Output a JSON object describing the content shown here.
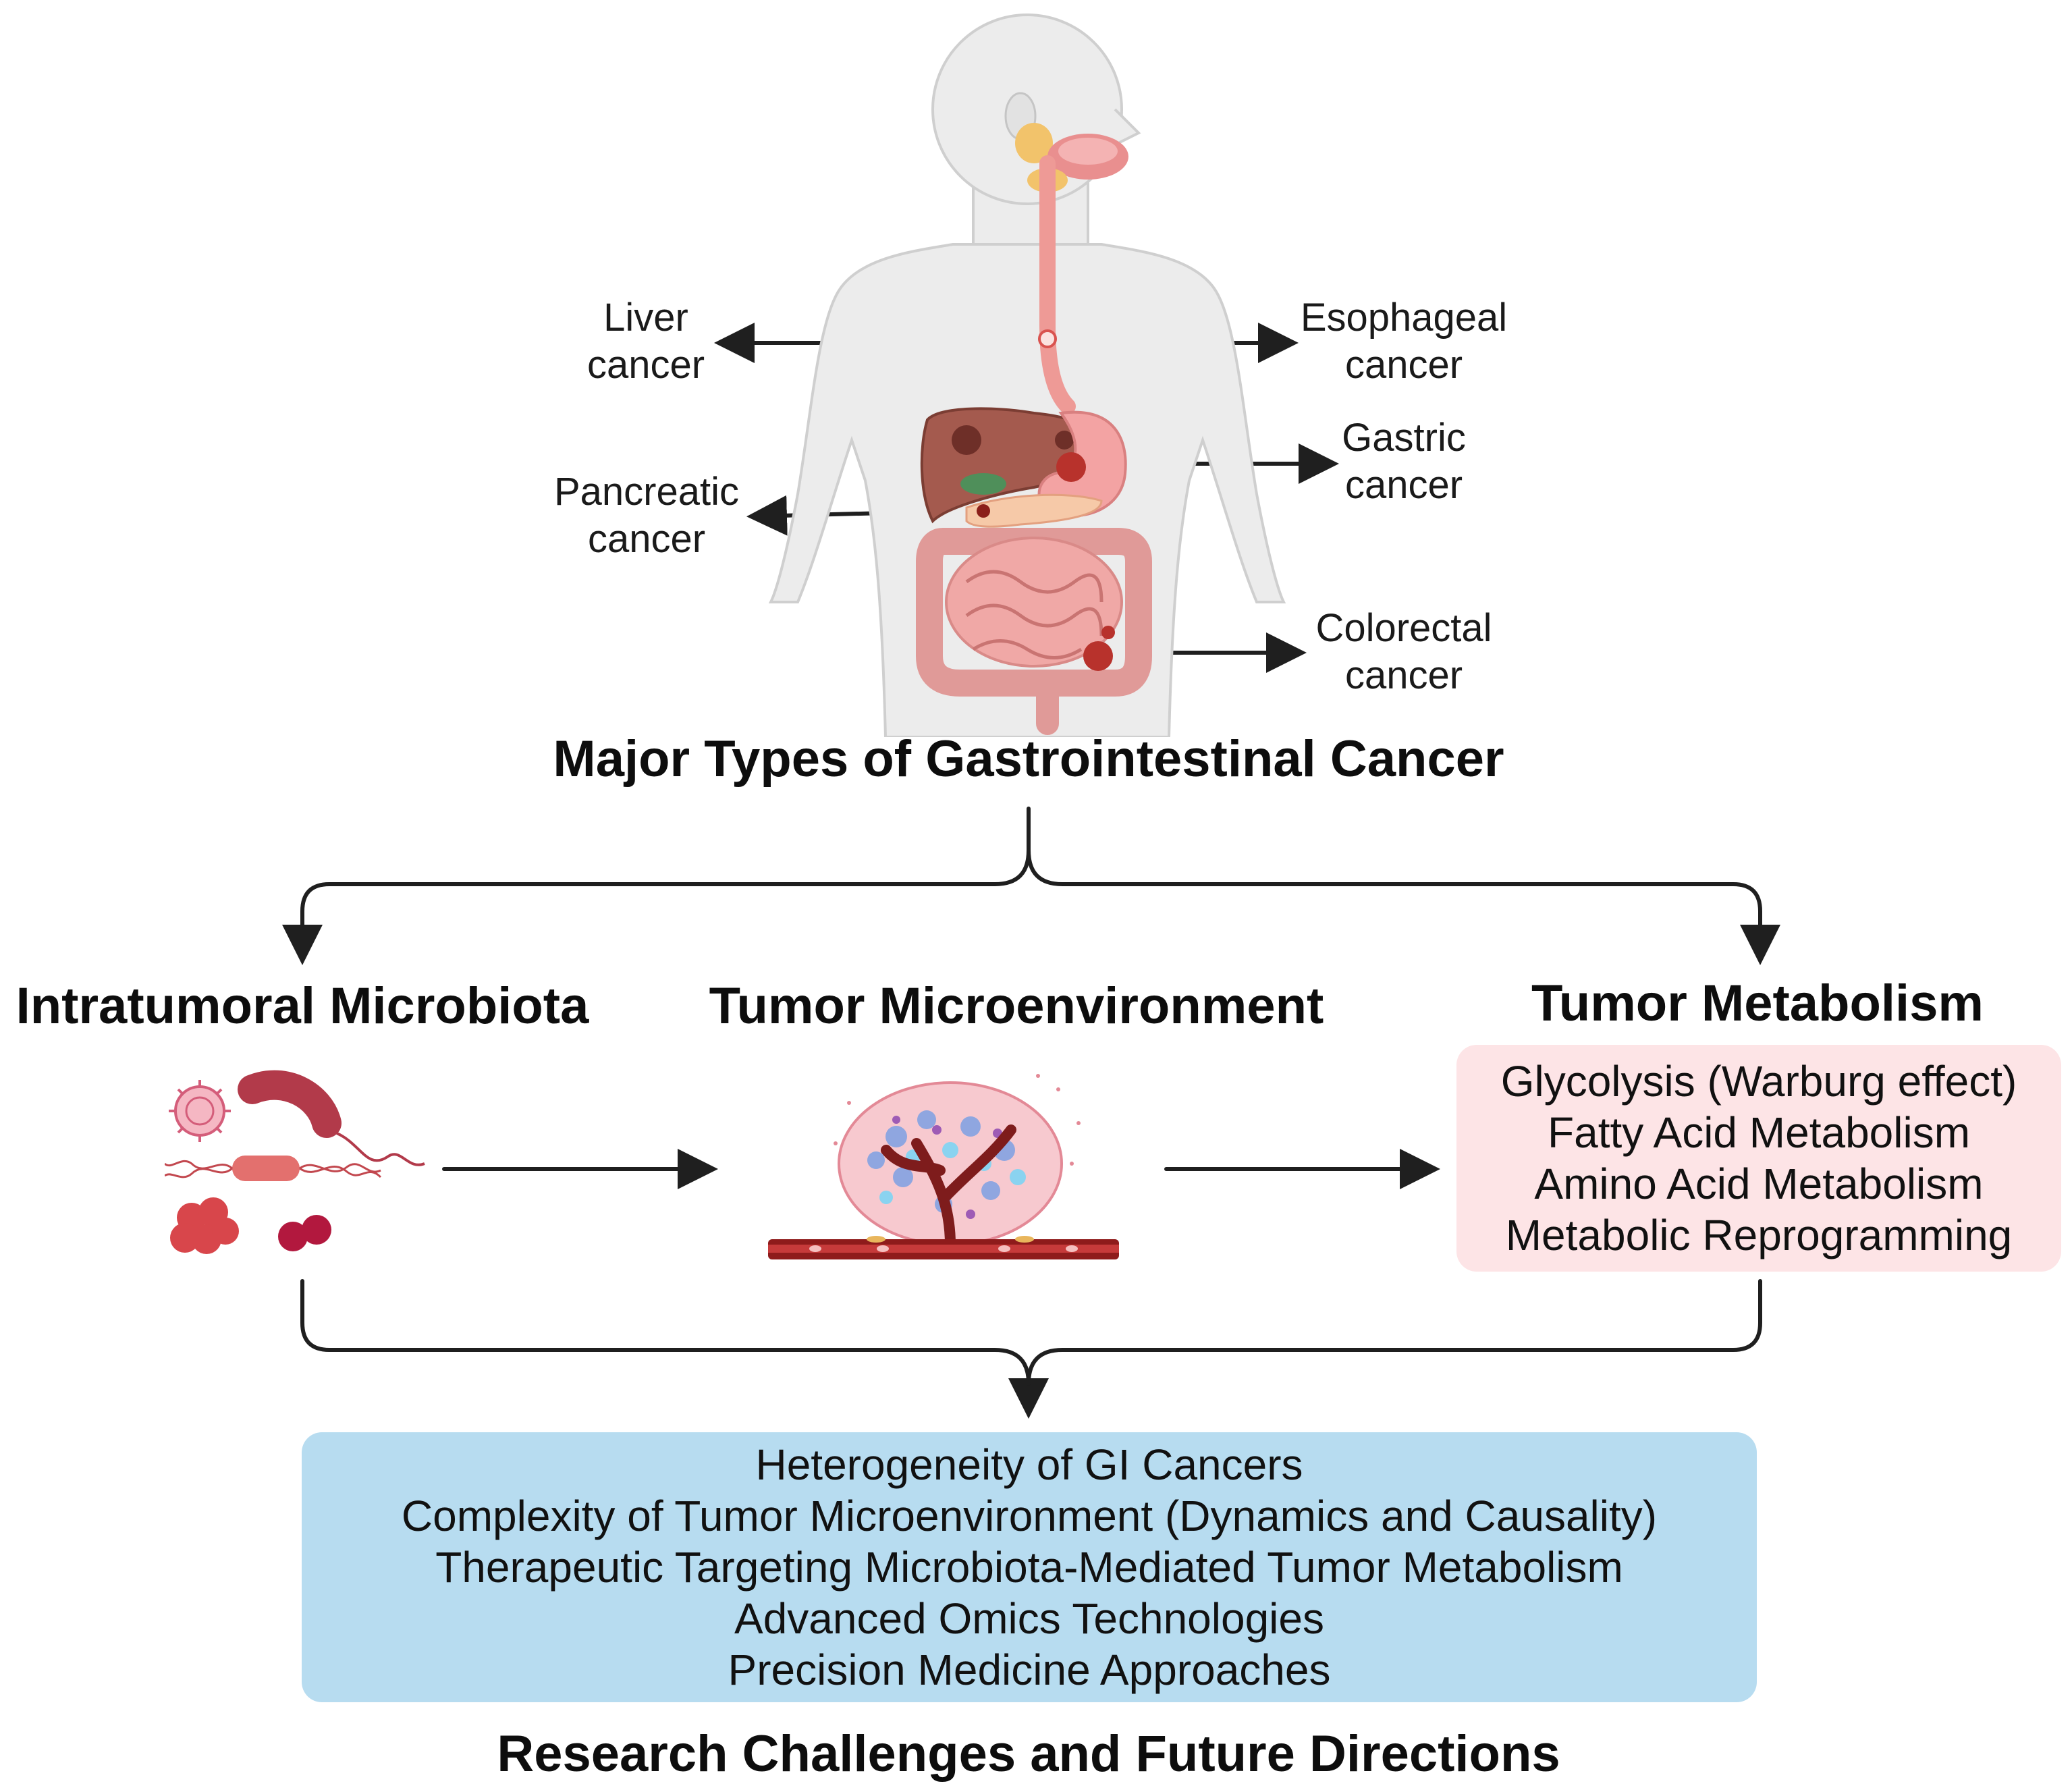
{
  "gi_labels": {
    "liver": [
      "Liver",
      "cancer"
    ],
    "esophageal": [
      "Esophageal",
      "cancer"
    ],
    "gastric": [
      "Gastric",
      "cancer"
    ],
    "pancreatic": [
      "Pancreatic",
      "cancer"
    ],
    "colorectal": [
      "Colorectal",
      "cancer"
    ]
  },
  "title_top": "Major Types of Gastrointestinal Cancer",
  "branches": {
    "microbiota": "Intratumoral Microbiota",
    "microenvironment": "Tumor Microenvironment",
    "metabolism": "Tumor Metabolism"
  },
  "metabolism_items": [
    "Glycolysis (Warburg effect)",
    "Fatty Acid Metabolism",
    "Amino Acid Metabolism",
    "Metabolic Reprogramming"
  ],
  "research_items": [
    "Heterogeneity of GI Cancers",
    "Complexity of Tumor Microenvironment (Dynamics and Causality)",
    "Therapeutic Targeting Microbiota-Mediated Tumor Metabolism",
    "Advanced Omics Technologies",
    "Precision Medicine Approaches"
  ],
  "title_bottom": "Research Challenges and Future Directions",
  "colors": {
    "metabolism_box": "#fde4e6",
    "research_box": "#b7dcf0",
    "arrow": "#1f1f1f",
    "body": "#ececec",
    "tissue_pink": "#e8a3a6"
  },
  "icons": [
    "human-body-icon",
    "bacteria-icon",
    "tumor-microenvironment-icon"
  ]
}
